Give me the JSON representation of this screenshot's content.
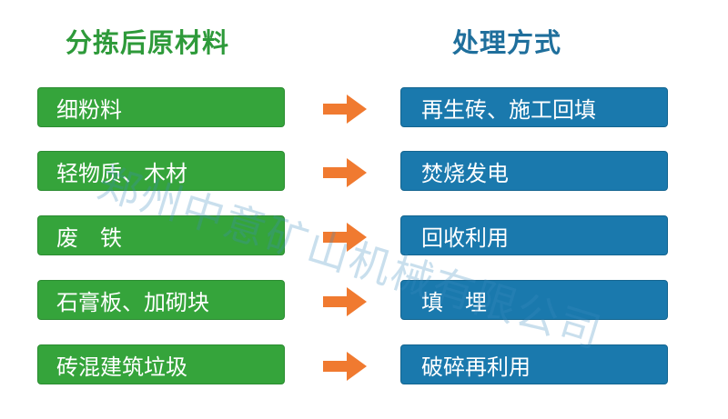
{
  "headers": {
    "left": "分拣后原材料",
    "right": "处理方式"
  },
  "rows": [
    {
      "material": "细粉料",
      "method": "再生砖、施工回填"
    },
    {
      "material": "轻物质、木材",
      "method": "焚烧发电"
    },
    {
      "material": "废　铁",
      "method": "回收利用"
    },
    {
      "material": "石膏板、加砌块",
      "method": "填　埋"
    },
    {
      "material": "砖混建筑垃圾",
      "method": "破碎再利用"
    }
  ],
  "watermark": "郑州中意矿山机械有限公司",
  "colors": {
    "green": "#35a43b",
    "blue": "#1a79ad",
    "arrow": "#f07a30",
    "header_green": "#2e9a3a",
    "header_blue": "#1f6f9c"
  },
  "icons": {
    "arrow": "arrow-right-icon"
  }
}
